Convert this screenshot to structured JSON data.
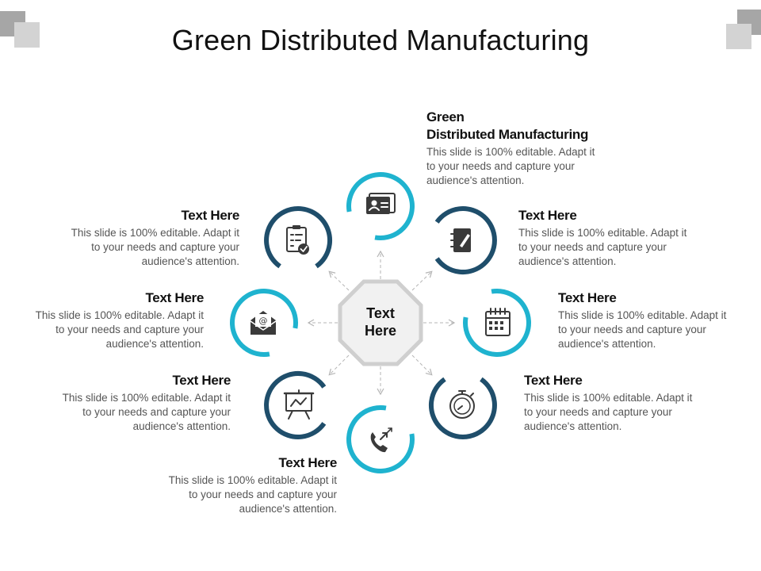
{
  "title": "Green Distributed Manufacturing",
  "center": {
    "line1": "Text",
    "line2": "Here"
  },
  "colors": {
    "teal": "#1fb3cf",
    "navy": "#1f4e6b",
    "icon": "#3a3a3a",
    "hub": "#cfcfcf",
    "hub_fill": "#f1f1f1"
  },
  "nodes": [
    {
      "id": "top",
      "heading": "Green Distributed Manufacturing",
      "heading_line1": "Green",
      "heading_line2": "Distributed Manufacturing",
      "body": "This slide is 100% editable. Adapt it to your needs and capture your audience's attention.",
      "icon": "id-card-icon",
      "ring": "teal"
    },
    {
      "id": "top-right",
      "heading": "Text Here",
      "body": "This slide is 100% editable. Adapt it to your needs and capture your audience's attention.",
      "icon": "notebook-pencil-icon",
      "ring": "navy"
    },
    {
      "id": "right",
      "heading": "Text Here",
      "body": "This slide is 100% editable. Adapt it to your needs and capture your audience's attention.",
      "icon": "calendar-icon",
      "ring": "teal"
    },
    {
      "id": "bottom-right",
      "heading": "Text Here",
      "body": "This slide is 100% editable. Adapt it to your needs and capture your audience's attention.",
      "icon": "stopwatch-icon",
      "ring": "navy"
    },
    {
      "id": "bottom",
      "heading": "Text Here",
      "body": "This slide is 100% editable. Adapt it to your needs and capture your audience's attention.",
      "icon": "phone-arrows-icon",
      "ring": "teal"
    },
    {
      "id": "bottom-left",
      "heading": "Text Here",
      "body": "This slide is 100% editable. Adapt it to your needs and capture your audience's attention.",
      "icon": "presentation-board-icon",
      "ring": "navy"
    },
    {
      "id": "left",
      "heading": "Text Here",
      "body": "This slide is 100% editable. Adapt it to your needs and capture your audience's attention.",
      "icon": "email-envelope-icon",
      "ring": "teal"
    },
    {
      "id": "top-left",
      "heading": "Text Here",
      "body": "This slide is 100% editable. Adapt it to your needs and capture your audience's attention.",
      "icon": "checklist-icon",
      "ring": "navy"
    }
  ]
}
